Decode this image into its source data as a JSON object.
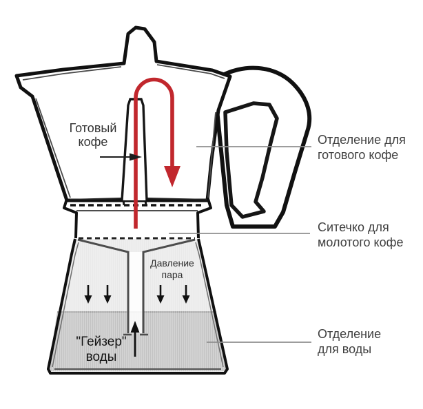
{
  "diagram": {
    "subject": "moka-pot-schematic",
    "labels": {
      "ready_coffee": "Готовый\nкофе",
      "compartment_ready_coffee": "Отделение для\nготового кофе",
      "strainer": "Ситечко  для\nмолотого кофе",
      "steam_pressure": "Давление\nпара",
      "water_geyser": "\"Гейзер\"\nводы",
      "water_compartment": "Отделение\nдля воды"
    },
    "icons": {
      "red_flow_arrow": "coffee-rising-and-pouring-flow",
      "pointer_arrow": "ready-coffee-pointer",
      "steam_down_arrows": "steam-pressure-pushing-down",
      "water_up_arrow": "water-geyser-rising"
    },
    "colors": {
      "outline": "#111111",
      "flow_arrow_red": "#c1272d",
      "steam_area_fill": "#e9e9e9",
      "water_fill": "#c3c3c3",
      "leader_line": "#8f8f8f",
      "label_text": "#3f3f3f"
    }
  }
}
